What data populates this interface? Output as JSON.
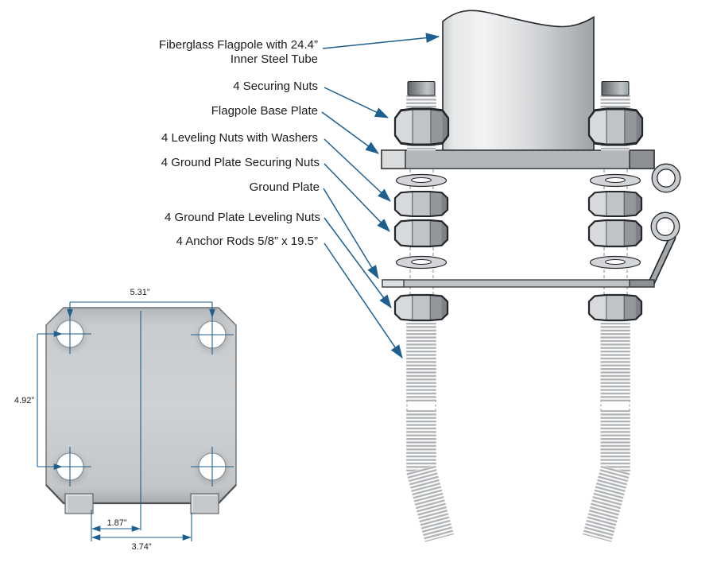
{
  "diagram": {
    "type": "technical-illustration",
    "subject": "Flagpole base plate anchoring assembly",
    "colors": {
      "callout_blue": "#1e5f8f",
      "outline": "#26292d",
      "metal_light": "#d7d9db",
      "metal_mid": "#c1c4c7",
      "metal_dark": "#93979b",
      "text": "#1b1b1b"
    },
    "callouts": [
      {
        "line1": "Fiberglass Flagpole with 24.4”",
        "line2": "Inner Steel Tube"
      },
      {
        "line1": "4 Securing Nuts"
      },
      {
        "line1": "Flagpole Base Plate"
      },
      {
        "line1": "4 Leveling Nuts with Washers"
      },
      {
        "line1": "4 Ground Plate Securing Nuts"
      },
      {
        "line1": "Ground Plate"
      },
      {
        "line1": "4 Ground Plate Leveling Nuts"
      },
      {
        "line1": "4 Anchor Rods 5/8” x 19.5”"
      }
    ],
    "plate_top_view": {
      "dimensions": {
        "top_width": "5.31”",
        "left_height": "4.92”",
        "bottom_inner": "1.87”",
        "bottom_outer": "3.74”"
      }
    }
  }
}
